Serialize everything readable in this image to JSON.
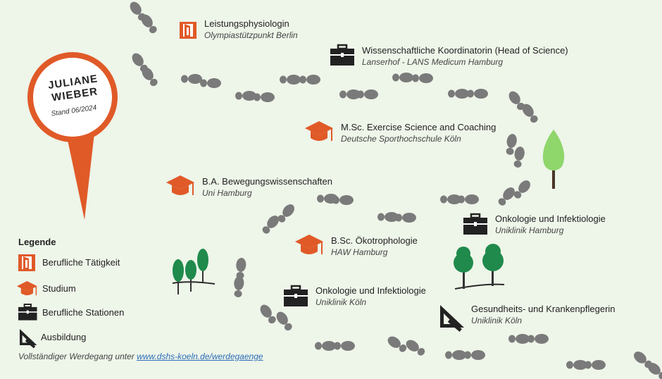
{
  "person": {
    "first_name": "JULIANE",
    "last_name": "WIEBER",
    "date": "Stand 06/2024"
  },
  "colors": {
    "accent": "#e05a28",
    "dark": "#222222",
    "footprint": "#7a7a7a",
    "tree": "#1f8a4c",
    "background": "#eef5e9"
  },
  "entries": [
    {
      "title": "Leistungsphysiologin",
      "subtitle": "Olympiastützpunkt Berlin",
      "icon": "career-icon"
    },
    {
      "title": "Wissenschaftliche Koordinatorin (Head of Science)",
      "subtitle": "Lanserhof - LANS Medicum Hamburg",
      "icon": "briefcase-icon"
    },
    {
      "title": "M.Sc. Exercise Science and Coaching",
      "subtitle": "Deutsche Sporthochschule Köln",
      "icon": "graduation-cap-icon"
    },
    {
      "title": "B.A. Bewegungswissenschaften",
      "subtitle": "Uni Hamburg",
      "icon": "graduation-cap-icon"
    },
    {
      "title": "Onkologie und Infektiologie",
      "subtitle": "Uniklinik Hamburg",
      "icon": "briefcase-icon"
    },
    {
      "title": "B.Sc. Ökotrophologie",
      "subtitle": "HAW Hamburg",
      "icon": "graduation-cap-icon"
    },
    {
      "title": "Onkologie und Infektiologie",
      "subtitle": "Uniklinik Köln",
      "icon": "briefcase-icon"
    },
    {
      "title": "Gesundheits- und Krankenpflegerin",
      "subtitle": "Uniklinik Köln",
      "icon": "set-square-icon"
    }
  ],
  "legend": {
    "title": "Legende",
    "items": [
      {
        "label": "Berufliche Tätigkeit",
        "icon": "career-icon"
      },
      {
        "label": "Studium",
        "icon": "graduation-cap-icon"
      },
      {
        "label": "Berufliche Stationen",
        "icon": "briefcase-icon"
      },
      {
        "label": "Ausbildung",
        "icon": "set-square-icon"
      }
    ]
  },
  "footer": {
    "text": "Vollständiger Werdegang unter ",
    "link": "www.dshs-koeln.de/werdegaenge"
  }
}
